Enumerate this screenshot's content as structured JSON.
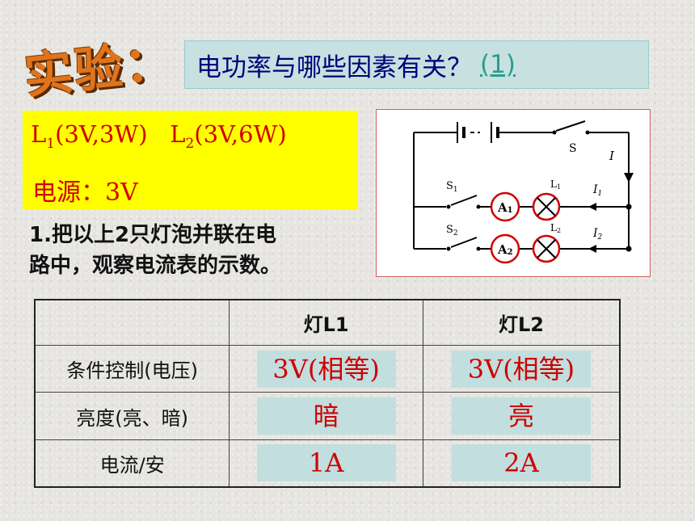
{
  "heading": {
    "art_text": "实验：",
    "title": "电功率与哪些因素有关？",
    "link": "(1)"
  },
  "specs": {
    "l1_base": "L",
    "l1_sub": "1",
    "l1_rest": "(3V,3W)",
    "l2_base": "L",
    "l2_sub": "2",
    "l2_rest": "(3V,6W)",
    "power": "电源：3V"
  },
  "circuit": {
    "switch_main": "S",
    "current_main": "I",
    "s1": "S",
    "s1_sub": "1",
    "s2": "S",
    "s2_sub": "2",
    "a1": "A",
    "a1_sub": "1",
    "a2": "A",
    "a2_sub": "2",
    "lamp1": "L",
    "lamp1_sub": "1",
    "lamp2": "L",
    "lamp2_sub": "2",
    "i1": "I",
    "i1_sub": "1",
    "i2": "I",
    "i2_sub": "2"
  },
  "instruction": {
    "line1": "1.把以上2只灯泡并联在电",
    "line2": "路中，观察电流表的示数。"
  },
  "table": {
    "headers": [
      "",
      "灯L1",
      "灯L2"
    ],
    "rows": [
      {
        "label": "条件控制(电压)",
        "l1": "3V(相等)",
        "l2": "3V(相等)"
      },
      {
        "label": "亮度(亮、暗)",
        "l1": "暗",
        "l2": "亮"
      },
      {
        "label": "电流/安",
        "l1": "1A",
        "l2": "2A"
      }
    ]
  }
}
